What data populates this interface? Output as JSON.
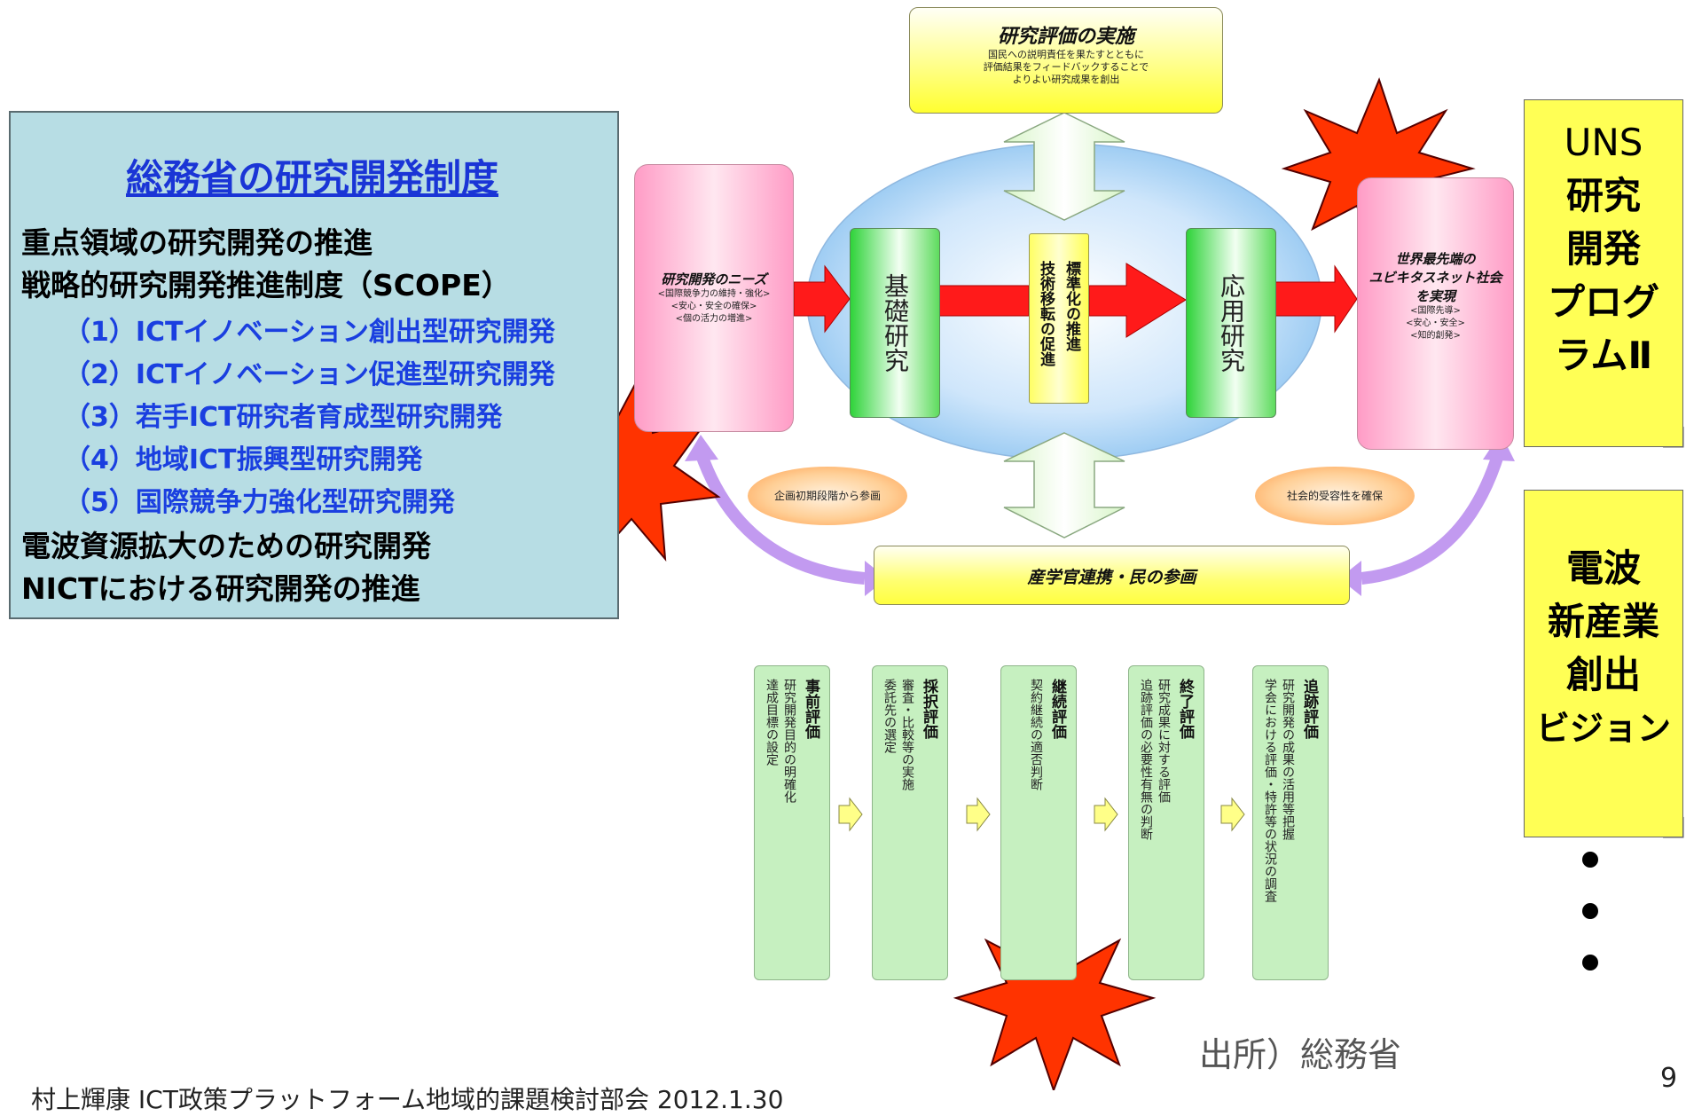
{
  "left_panel": {
    "title": "総務省の研究開発制度",
    "line1": "重点領域の研究開発の推進",
    "line2": "戦略的研究開発推進制度（SCOPE）",
    "sub_items": [
      "（1）ICTイノベーション創出型研究開発",
      "（2）ICTイノベーション促進型研究開発",
      "（3）若手ICT研究者育成型研究開発",
      "（4）地域ICT振興型研究開発",
      "（5）国際競争力強化型研究開発"
    ],
    "line3": "電波資源拡大のための研究開発",
    "line4": "NICTにおける研究開発の推進"
  },
  "diagram": {
    "eval_title": "研究評価の実施",
    "eval_lines": [
      "国民への説明責任を果たすとともに",
      "評価結果をフィードバックすることで",
      "よりよい研究成果を創出"
    ],
    "needs_title": "研究開発のニーズ",
    "needs_lines": [
      "<国際競争力の維持・強化>",
      "<安心・安全の確保>",
      "<個の活力の増進>"
    ],
    "kiso": "基礎研究",
    "tech_col1": "技術移転の促進",
    "tech_col2": "標準化の推進",
    "ouyou": "応用研究",
    "world_title_lines": [
      "世界最先端の",
      "ユビキタスネット社会",
      "を実現"
    ],
    "world_lines": [
      "<国際先導>",
      "<安心・安全>",
      "<知的創発>"
    ],
    "oval_left": "企画初期段階から参画",
    "oval_right": "社会的受容性を確保",
    "collab": "産学官連携・民の参画"
  },
  "process": [
    {
      "title": "事前評価",
      "desc": [
        "研究開発目的の明確化",
        "達成目標の設定"
      ]
    },
    {
      "title": "採択評価",
      "desc": [
        "審査・比較等の実施",
        "委託先の選定"
      ]
    },
    {
      "title": "継続評価",
      "desc": [
        "契約継続の適否判断"
      ]
    },
    {
      "title": "終了評価",
      "desc": [
        "研究成果に対する評価",
        "追跡評価の必要性有無の判断"
      ]
    },
    {
      "title": "追跡評価",
      "desc": [
        "研究開発の成果の活用等把握",
        "学会における評価・特許等の状況の調査"
      ]
    }
  ],
  "notes": {
    "uns": {
      "line1": "UNS",
      "line2": "研究",
      "line3": "開発",
      "line4": "プログ",
      "line5": "ラムⅡ"
    },
    "denpa": {
      "line1": "電波",
      "line2": "新産業",
      "line3": "創出",
      "line4": "ビジョン"
    }
  },
  "source": "出所）総務省",
  "footer": "村上輝康 ICT政策プラットフォーム地域的課題検討部会 2012.1.30",
  "page_number": "9",
  "colors": {
    "burst": "#ff3300",
    "panel": "#b7dde4",
    "arrow_red": "#ff1a1a",
    "link_blue": "#1a3fe0"
  }
}
